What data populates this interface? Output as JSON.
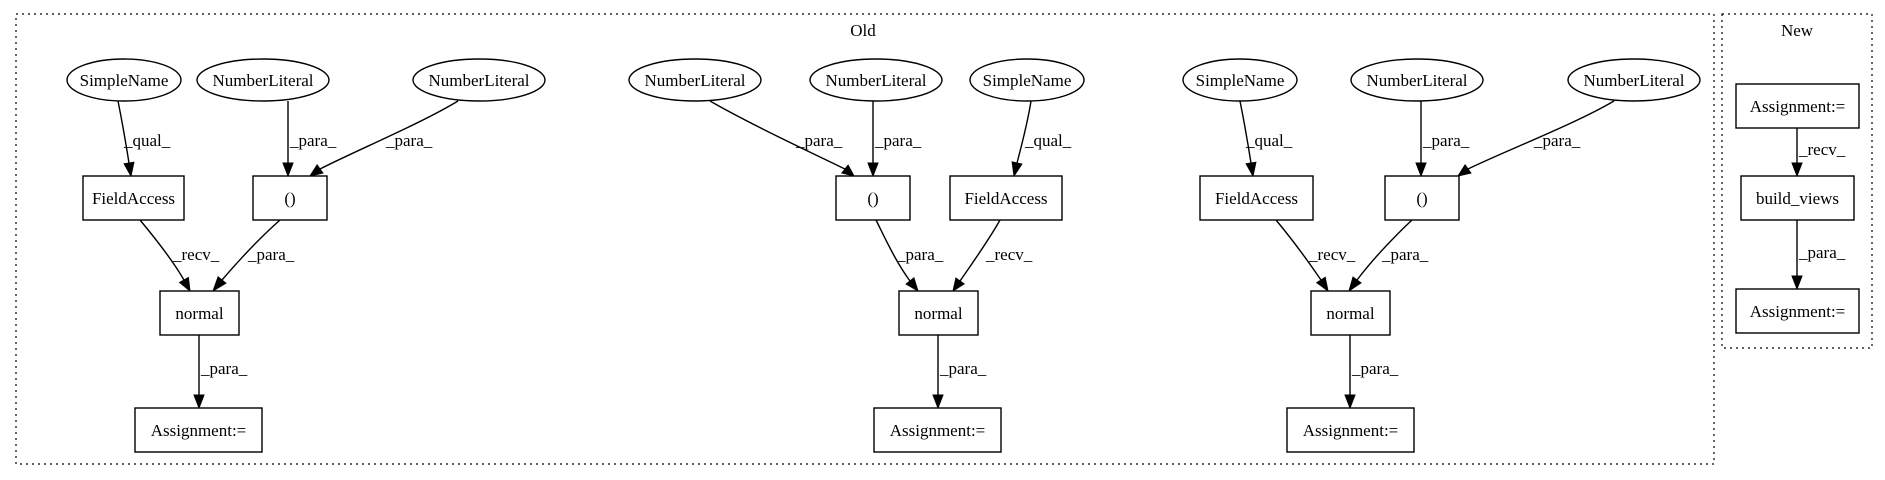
{
  "clusters": [
    {
      "id": "old",
      "label": "Old"
    },
    {
      "id": "new",
      "label": "New"
    }
  ],
  "nodes": [
    {
      "id": "sn1",
      "label": "SimpleName",
      "shape": "ellipse"
    },
    {
      "id": "nl1",
      "label": "NumberLiteral",
      "shape": "ellipse"
    },
    {
      "id": "nl2",
      "label": "NumberLiteral",
      "shape": "ellipse"
    },
    {
      "id": "fa1",
      "label": "FieldAccess",
      "shape": "box"
    },
    {
      "id": "tp1",
      "label": "()",
      "shape": "box"
    },
    {
      "id": "no1",
      "label": "normal",
      "shape": "box"
    },
    {
      "id": "as1",
      "label": "Assignment:=",
      "shape": "box"
    },
    {
      "id": "nl3",
      "label": "NumberLiteral",
      "shape": "ellipse"
    },
    {
      "id": "nl4",
      "label": "NumberLiteral",
      "shape": "ellipse"
    },
    {
      "id": "sn2",
      "label": "SimpleName",
      "shape": "ellipse"
    },
    {
      "id": "tp2",
      "label": "()",
      "shape": "box"
    },
    {
      "id": "fa2",
      "label": "FieldAccess",
      "shape": "box"
    },
    {
      "id": "no2",
      "label": "normal",
      "shape": "box"
    },
    {
      "id": "as2",
      "label": "Assignment:=",
      "shape": "box"
    },
    {
      "id": "sn3",
      "label": "SimpleName",
      "shape": "ellipse"
    },
    {
      "id": "nl5",
      "label": "NumberLiteral",
      "shape": "ellipse"
    },
    {
      "id": "nl6",
      "label": "NumberLiteral",
      "shape": "ellipse"
    },
    {
      "id": "fa3",
      "label": "FieldAccess",
      "shape": "box"
    },
    {
      "id": "tp3",
      "label": "()",
      "shape": "box"
    },
    {
      "id": "no3",
      "label": "normal",
      "shape": "box"
    },
    {
      "id": "as3",
      "label": "Assignment:=",
      "shape": "box"
    },
    {
      "id": "asn1",
      "label": "Assignment:=",
      "shape": "box"
    },
    {
      "id": "bv",
      "label": "build_views",
      "shape": "box"
    },
    {
      "id": "asn2",
      "label": "Assignment:=",
      "shape": "box"
    }
  ],
  "edges": [
    {
      "id": "e1",
      "label": "_qual_"
    },
    {
      "id": "e2",
      "label": "_para_"
    },
    {
      "id": "e3",
      "label": "_para_"
    },
    {
      "id": "e4",
      "label": "_recv_"
    },
    {
      "id": "e5",
      "label": "_para_"
    },
    {
      "id": "e6",
      "label": "_para_"
    },
    {
      "id": "e7",
      "label": "_para_"
    },
    {
      "id": "e8",
      "label": "_para_"
    },
    {
      "id": "e9",
      "label": "_qual_"
    },
    {
      "id": "e10",
      "label": "_para_"
    },
    {
      "id": "e11",
      "label": "_recv_"
    },
    {
      "id": "e12",
      "label": "_para_"
    },
    {
      "id": "e13",
      "label": "_qual_"
    },
    {
      "id": "e14",
      "label": "_para_"
    },
    {
      "id": "e15",
      "label": "_para_"
    },
    {
      "id": "e16",
      "label": "_recv_"
    },
    {
      "id": "e17",
      "label": "_para_"
    },
    {
      "id": "e18",
      "label": "_para_"
    },
    {
      "id": "e19",
      "label": "_recv_"
    },
    {
      "id": "e20",
      "label": "_para_"
    }
  ]
}
